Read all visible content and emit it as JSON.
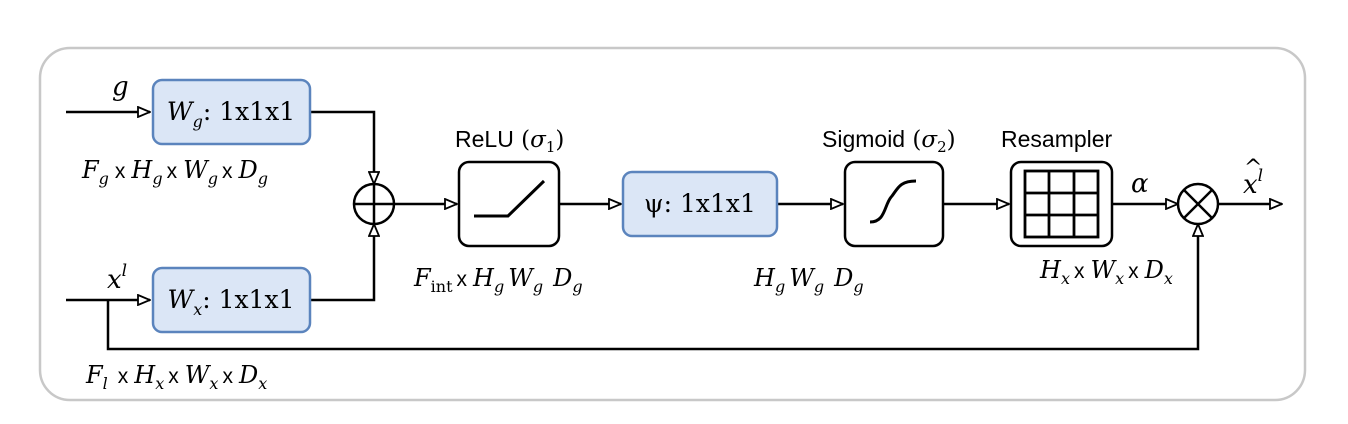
{
  "inputs": {
    "g_label": "g",
    "x_label_base": "x",
    "x_label_sup": "l"
  },
  "blocks": {
    "wg": {
      "W": "W",
      "sub": "g",
      "rest": ": 1x1x1"
    },
    "wx": {
      "W": "W",
      "sub": "x",
      "rest": ": 1x1x1"
    },
    "psi": {
      "text": "ψ: 1x1x1"
    }
  },
  "titles": {
    "relu": "ReLU",
    "relu_sigma": "σ",
    "relu_sigma_sub": "1",
    "sigmoid": "Sigmoid",
    "sigmoid_sigma": "σ",
    "sigmoid_sigma_sub": "2",
    "resampler": "Resampler"
  },
  "dims": {
    "g": {
      "F": "F",
      "Fs": "g",
      "H": "H",
      "Hs": "g",
      "W": "W",
      "Ws": "g",
      "D": "D",
      "Ds": "g",
      "sep": "x"
    },
    "x": {
      "F": "F",
      "Fs": "l",
      "H": "H",
      "Hs": "x",
      "W": "W",
      "Ws": "x",
      "D": "D",
      "Ds": "x",
      "sep": "x"
    },
    "int": {
      "F": "F",
      "Fs": "int",
      "H": "H",
      "Hs": "g",
      "W": "W",
      "Ws": "g",
      "D": "D",
      "Ds": "g",
      "sep": "x"
    },
    "sig": {
      "H": "H",
      "Hs": "g",
      "W": "W",
      "Ws": "g",
      "D": "D",
      "Ds": "g"
    },
    "out": {
      "H": "H",
      "Hs": "x",
      "W": "W",
      "Ws": "x",
      "D": "D",
      "Ds": "x",
      "sep": "x"
    }
  },
  "alpha": "α",
  "output": {
    "base": "x",
    "hat": "^",
    "sup": "l"
  },
  "colors": {
    "block_fill": "#dbe6f6",
    "block_stroke": "#5b84bd",
    "frame_stroke": "#c8c8c8",
    "line": "#000000"
  }
}
